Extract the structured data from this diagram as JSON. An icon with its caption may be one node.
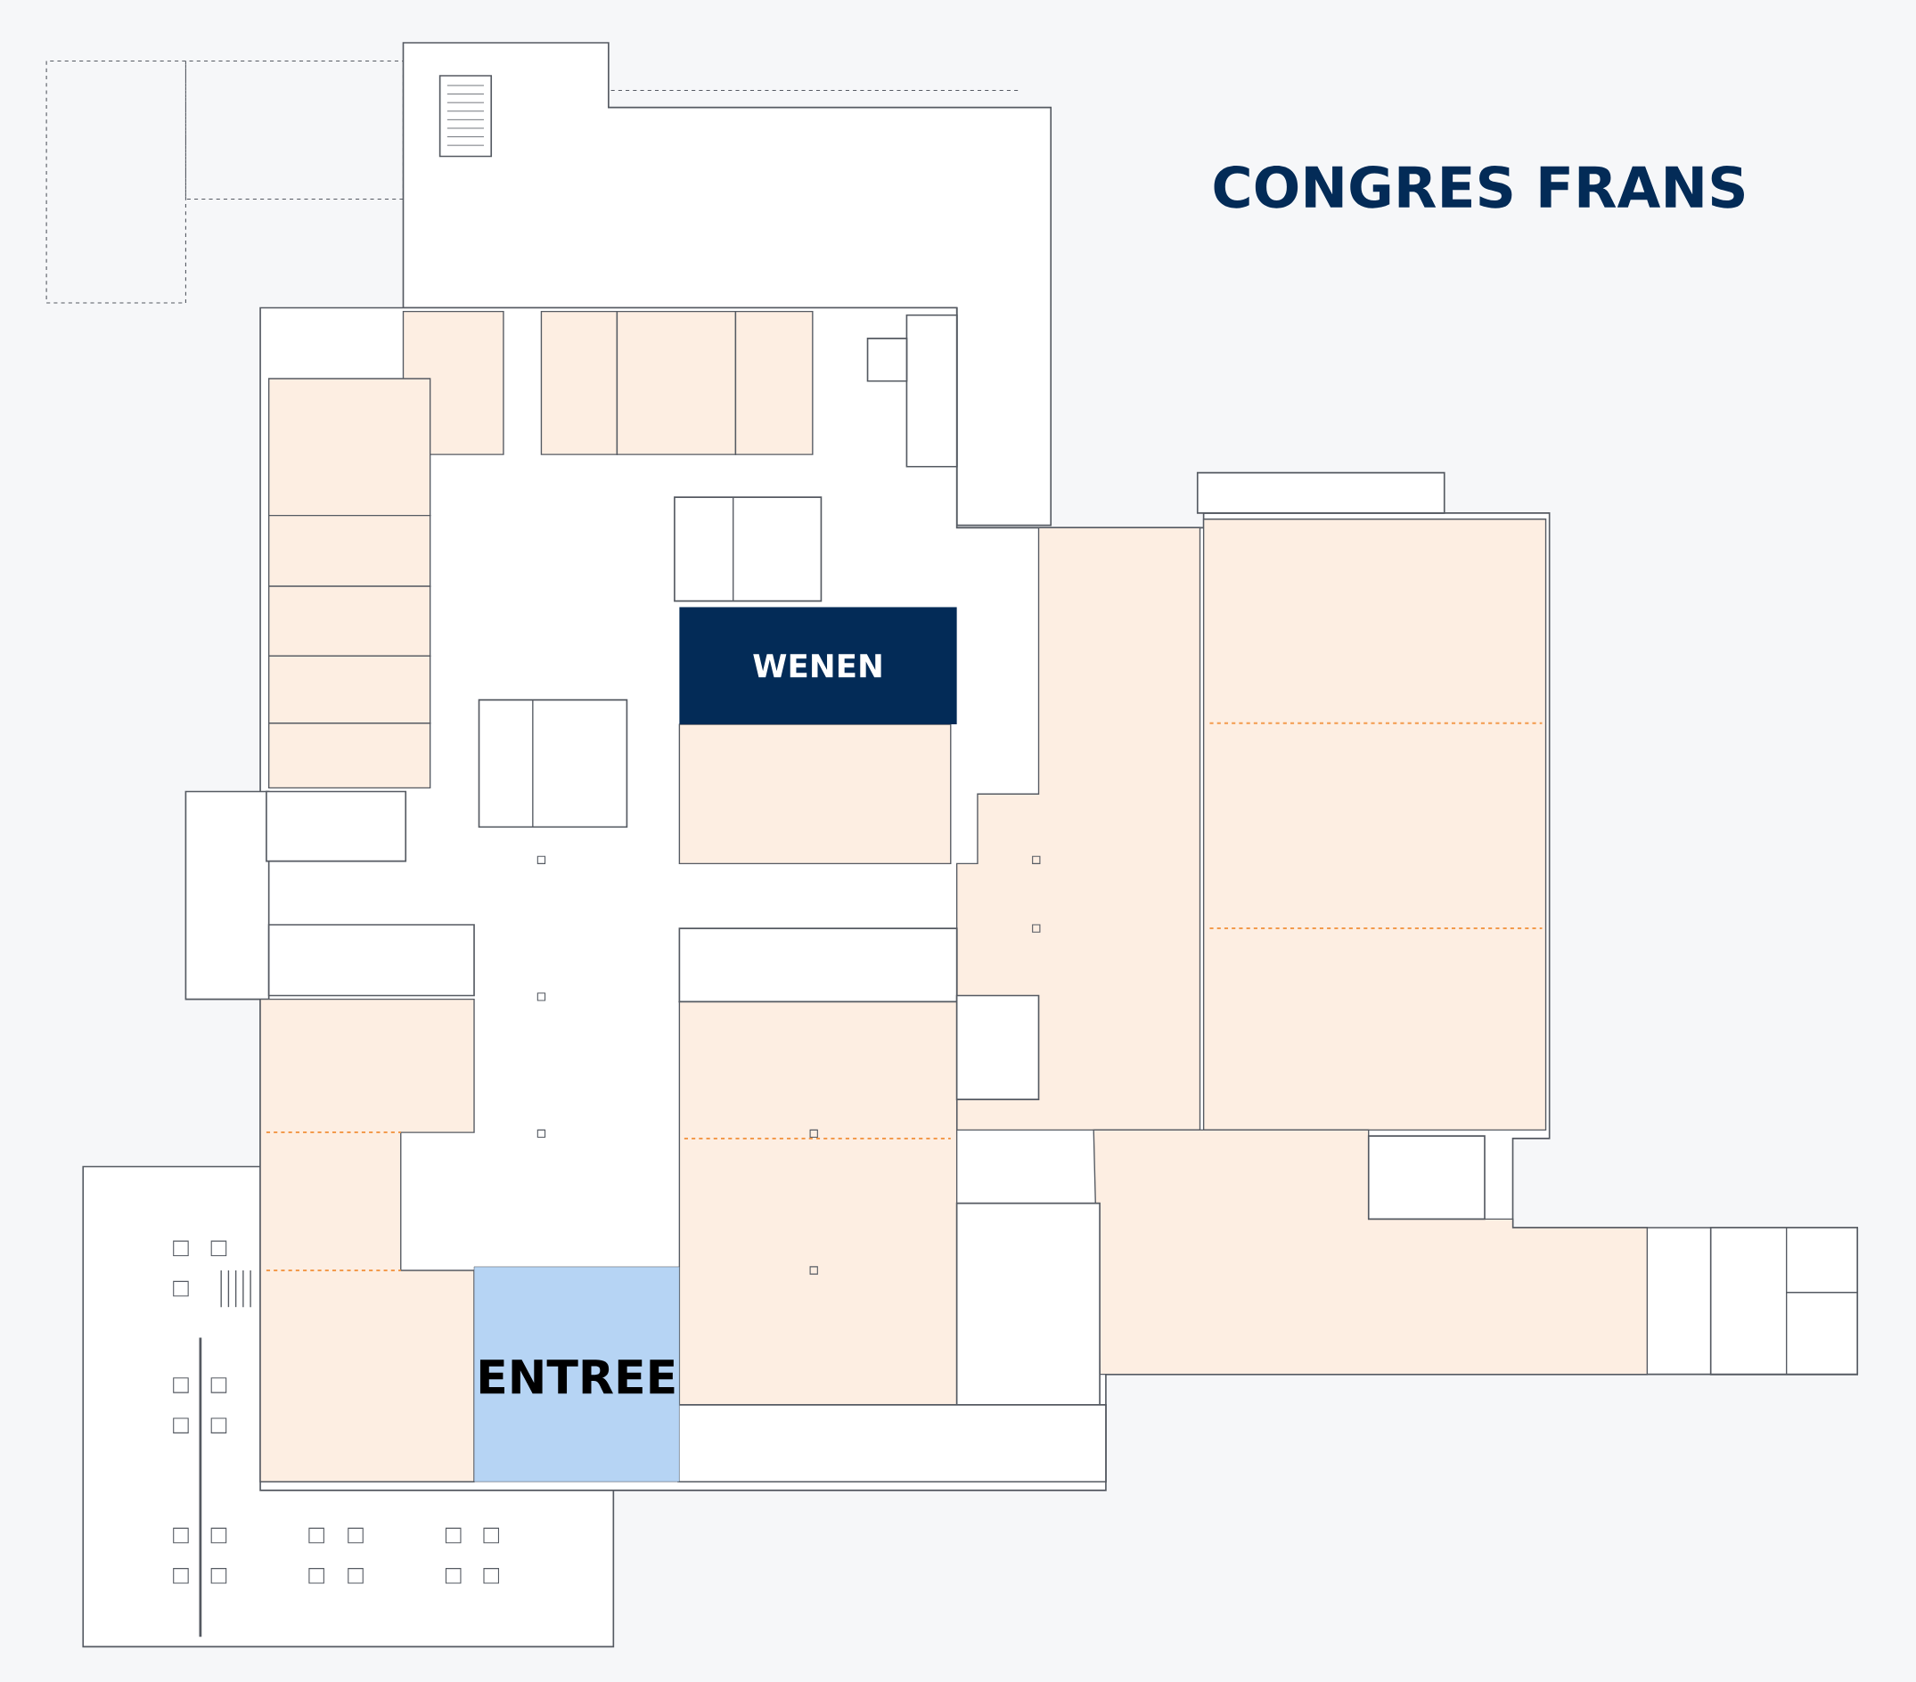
{
  "diagram": {
    "title": "CONGRES FRANS",
    "nodes": [
      {
        "text": [
          "WENEN"
        ]
      },
      {
        "text": [
          "ENTREE"
        ]
      }
    ]
  }
}
